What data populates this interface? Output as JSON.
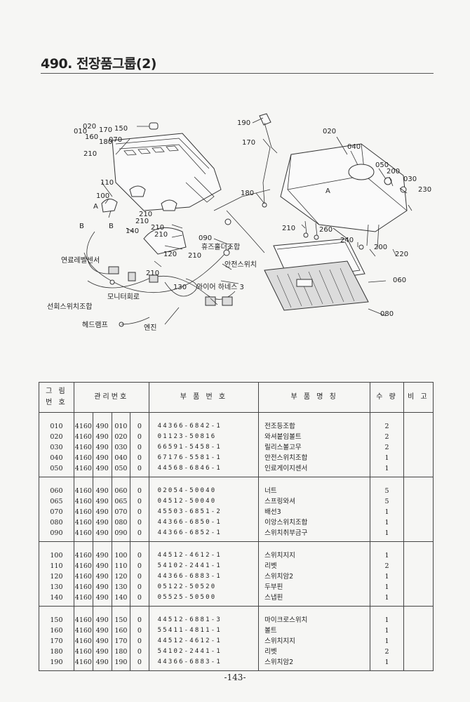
{
  "title": "490. 전장품그룹(2)",
  "diagram": {
    "callouts": [
      "010",
      "020",
      "160",
      "170",
      "180",
      "210",
      "150",
      "070",
      "110",
      "100",
      "A",
      "B",
      "B",
      "140",
      "210",
      "210",
      "210",
      "210",
      "090",
      "120",
      "210",
      "210",
      "130",
      "190",
      "170",
      "020",
      "040",
      "050",
      "200",
      "030",
      "230",
      "A",
      "180",
      "210",
      "260",
      "240",
      "200",
      "220",
      "060",
      "080"
    ],
    "korean_labels": [
      "휴즈홀더조합",
      "안전스위치",
      "연료레벨센서",
      "모니터회로",
      "선회스위치조합",
      "와이어 하네스 3",
      "헤드램프",
      "엔진"
    ]
  },
  "table": {
    "headers": {
      "no": "그 림\n번 호",
      "mgmt": "관리번호",
      "part_no": "부 품 번 호",
      "name": "부 품 명 칭",
      "qty": "수 량",
      "remark": "비 고"
    },
    "groups": [
      [
        {
          "no": "010",
          "a": "4160",
          "b": "490",
          "c": "010",
          "d": "0",
          "part_no": "44366-6842-1",
          "name": "전조등조합",
          "qty": "2"
        },
        {
          "no": "020",
          "a": "4160",
          "b": "490",
          "c": "020",
          "d": "0",
          "part_no": "01123-50816",
          "name": "와셔붙임볼트",
          "qty": "2"
        },
        {
          "no": "030",
          "a": "4160",
          "b": "490",
          "c": "030",
          "d": "0",
          "part_no": "66591-5458-1",
          "name": "릴리스볼고무",
          "qty": "2"
        },
        {
          "no": "040",
          "a": "4160",
          "b": "490",
          "c": "040",
          "d": "0",
          "part_no": "67176-5581-1",
          "name": "안전스위치조합",
          "qty": "1"
        },
        {
          "no": "050",
          "a": "4160",
          "b": "490",
          "c": "050",
          "d": "0",
          "part_no": "44568-6846-1",
          "name": "인료게이지센서",
          "qty": "1"
        }
      ],
      [
        {
          "no": "060",
          "a": "4160",
          "b": "490",
          "c": "060",
          "d": "0",
          "part_no": "02054-50040",
          "name": "너트",
          "qty": "5"
        },
        {
          "no": "065",
          "a": "4160",
          "b": "490",
          "c": "065",
          "d": "0",
          "part_no": "04512-50040",
          "name": "스프링와셔",
          "qty": "5"
        },
        {
          "no": "070",
          "a": "4160",
          "b": "490",
          "c": "070",
          "d": "0",
          "part_no": "45503-6851-2",
          "name": "배선3",
          "qty": "1"
        },
        {
          "no": "080",
          "a": "4160",
          "b": "490",
          "c": "080",
          "d": "0",
          "part_no": "44366-6850-1",
          "name": "이앙스위치조합",
          "qty": "1"
        },
        {
          "no": "090",
          "a": "4160",
          "b": "490",
          "c": "090",
          "d": "0",
          "part_no": "44366-6852-1",
          "name": "스위치취부금구",
          "qty": "1"
        }
      ],
      [
        {
          "no": "100",
          "a": "4160",
          "b": "490",
          "c": "100",
          "d": "0",
          "part_no": "44512-4612-1",
          "name": "스위치지지",
          "qty": "1"
        },
        {
          "no": "110",
          "a": "4160",
          "b": "490",
          "c": "110",
          "d": "0",
          "part_no": "54102-2441-1",
          "name": "리벳",
          "qty": "2"
        },
        {
          "no": "120",
          "a": "4160",
          "b": "490",
          "c": "120",
          "d": "0",
          "part_no": "44366-6883-1",
          "name": "스위치암2",
          "qty": "1"
        },
        {
          "no": "130",
          "a": "4160",
          "b": "490",
          "c": "130",
          "d": "0",
          "part_no": "05122-50520",
          "name": "두부핀",
          "qty": "1"
        },
        {
          "no": "140",
          "a": "4160",
          "b": "490",
          "c": "140",
          "d": "0",
          "part_no": "05525-50500",
          "name": "스냅핀",
          "qty": "1"
        }
      ],
      [
        {
          "no": "150",
          "a": "4160",
          "b": "490",
          "c": "150",
          "d": "0",
          "part_no": "44512-6881-3",
          "name": "마이크로스위치",
          "qty": "1"
        },
        {
          "no": "160",
          "a": "4160",
          "b": "490",
          "c": "160",
          "d": "0",
          "part_no": "55411-4811-1",
          "name": "볼트",
          "qty": "1"
        },
        {
          "no": "170",
          "a": "4160",
          "b": "490",
          "c": "170",
          "d": "0",
          "part_no": "44512-4612-1",
          "name": "스위치지지",
          "qty": "1"
        },
        {
          "no": "180",
          "a": "4160",
          "b": "490",
          "c": "180",
          "d": "0",
          "part_no": "54102-2441-1",
          "name": "리벳",
          "qty": "2"
        },
        {
          "no": "190",
          "a": "4160",
          "b": "490",
          "c": "190",
          "d": "0",
          "part_no": "44366-6883-1",
          "name": "스위치암2",
          "qty": "1"
        }
      ]
    ]
  },
  "page_number": "-143-"
}
